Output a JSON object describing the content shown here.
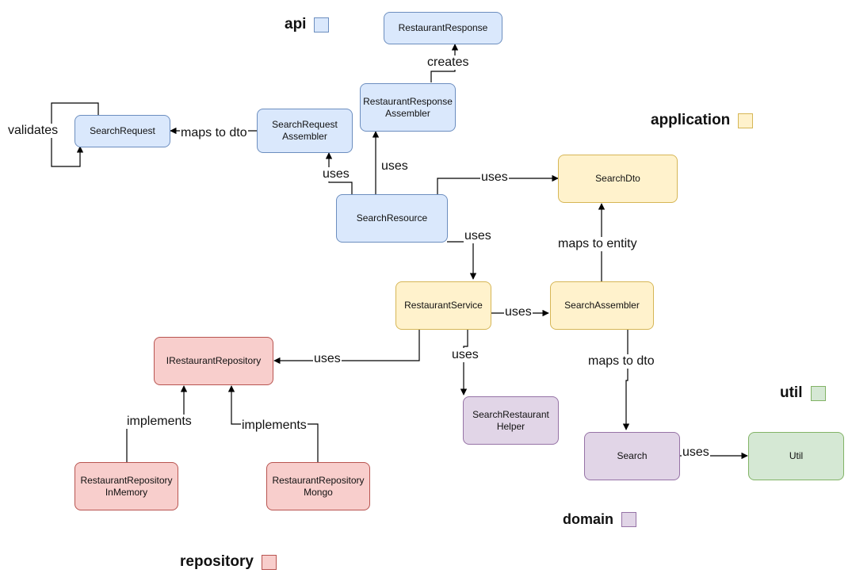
{
  "legend": {
    "api": {
      "label": "api",
      "color": "#dae8fc"
    },
    "application": {
      "label": "application",
      "color": "#fff2cc"
    },
    "repository": {
      "label": "repository",
      "color": "#f8cecc"
    },
    "domain": {
      "label": "domain",
      "color": "#e1d5e7"
    },
    "util": {
      "label": "util",
      "color": "#d5e8d4"
    }
  },
  "nodes": {
    "restaurant_response": "RestaurantResponse",
    "restaurant_response_assembler": "RestaurantResponse\nAssembler",
    "search_request": "SearchRequest",
    "search_request_assembler": "SearchRequest\nAssembler",
    "search_resource": "SearchResource",
    "search_dto": "SearchDto",
    "restaurant_service": "RestaurantService",
    "search_assembler": "SearchAssembler",
    "i_restaurant_repository": "IRestaurantRepository",
    "search_restaurant_helper": "SearchRestaurant\nHelper",
    "restaurant_repository_in_memory": "RestaurantRepository\nInMemory",
    "restaurant_repository_mongo": "RestaurantRepository\nMongo",
    "search": "Search",
    "util": "Util"
  },
  "edges": {
    "creates": "creates",
    "validates": "validates",
    "maps_to_dto_request": "maps to dto",
    "uses_request_assembler": "uses",
    "uses_response_assembler": "uses",
    "uses_search_dto": "uses",
    "uses_restaurant_service": "uses",
    "maps_to_entity": "maps to entity",
    "uses_search_assembler": "uses",
    "uses_repository": "uses",
    "uses_helper": "uses",
    "maps_to_dto_search": "maps to dto",
    "implements_in_memory": "implements",
    "implements_mongo": "implements",
    "uses_util": "uses"
  }
}
